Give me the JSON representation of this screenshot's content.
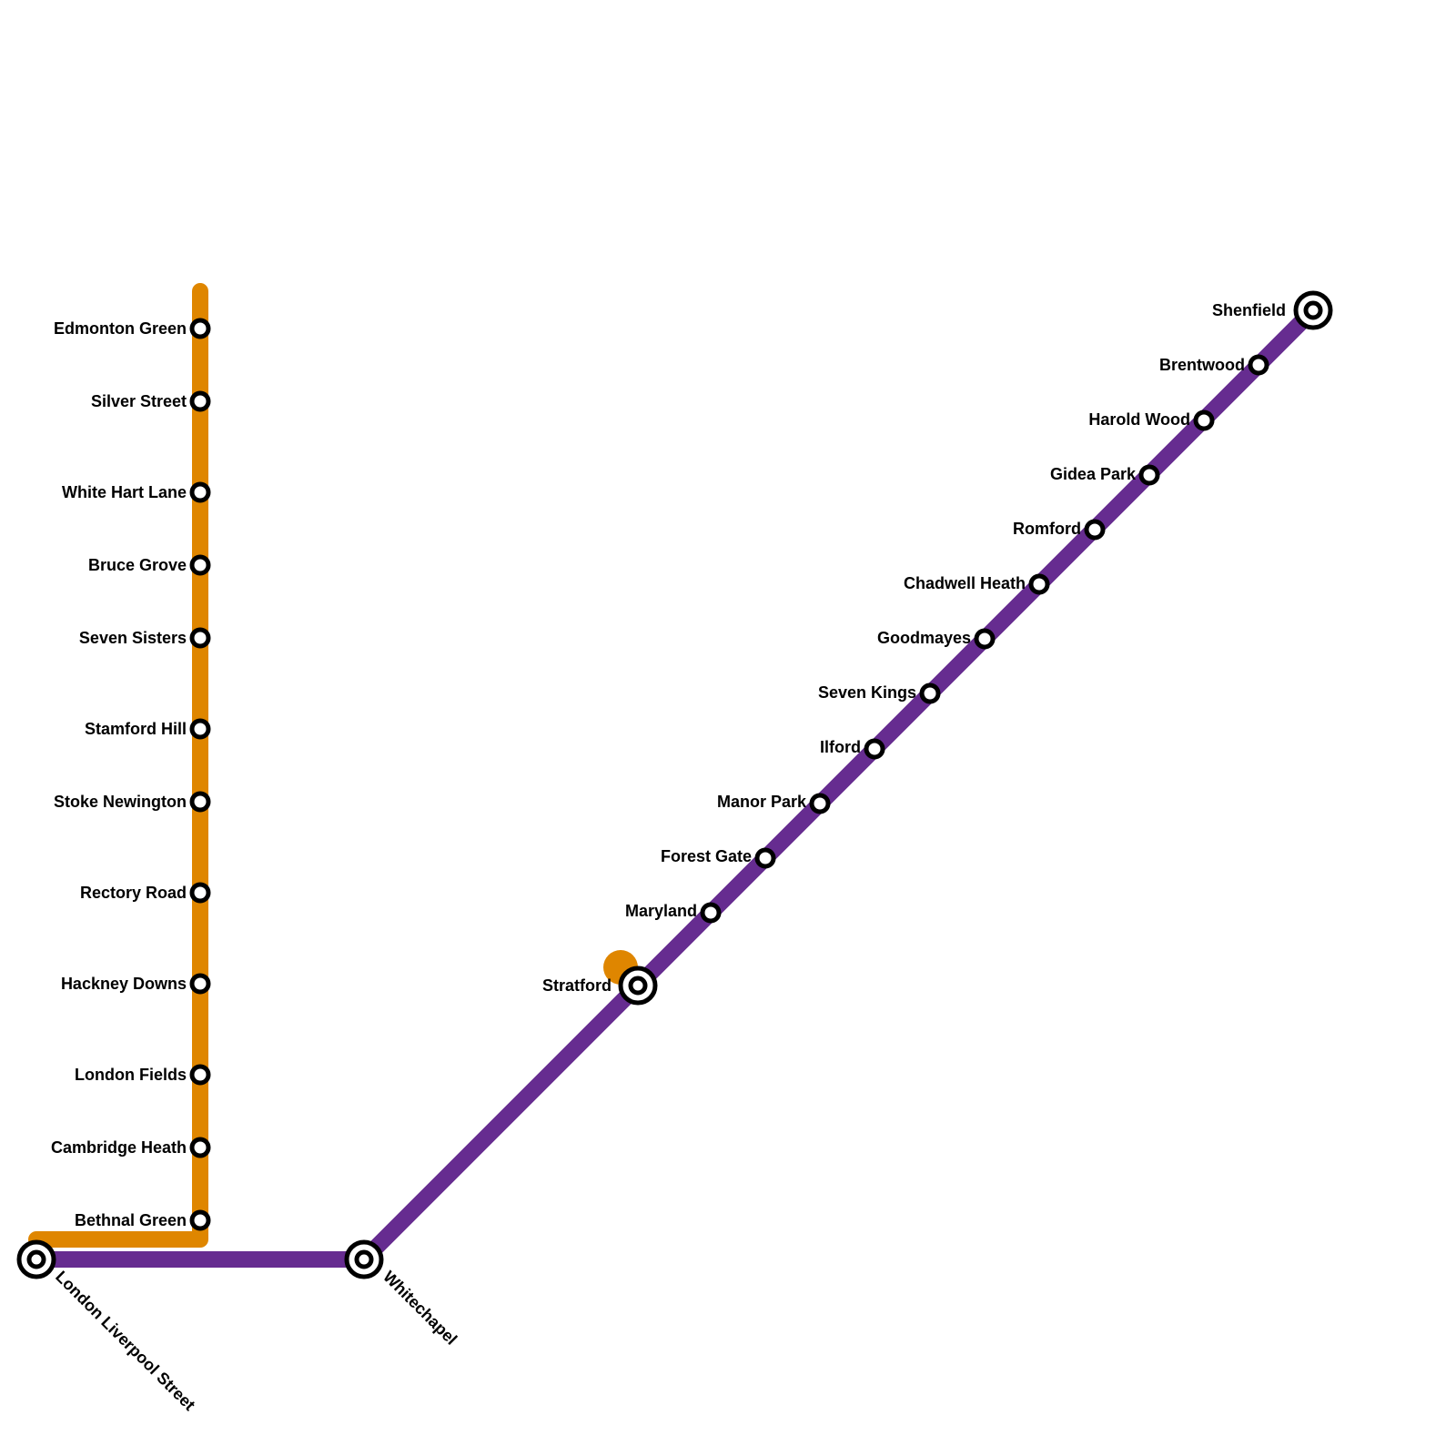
{
  "lines": [
    {
      "id": "orange",
      "color": "#DF8600"
    },
    {
      "id": "purple",
      "color": "#662C90"
    }
  ],
  "stations": {
    "edmonton_green": "Edmonton Green",
    "silver_street": "Silver Street",
    "white_hart_lane": "White Hart Lane",
    "bruce_grove": "Bruce Grove",
    "seven_sisters": "Seven Sisters",
    "stamford_hill": "Stamford Hill",
    "stoke_newington": "Stoke Newington",
    "rectory_road": "Rectory Road",
    "hackney_downs": "Hackney Downs",
    "london_fields": "London Fields",
    "cambridge_heath": "Cambridge Heath",
    "bethnal_green": "Bethnal Green",
    "london_liverpool_street": "London Liverpool Street",
    "whitechapel": "Whitechapel",
    "stratford": "Stratford",
    "maryland": "Maryland",
    "forest_gate": "Forest Gate",
    "manor_park": "Manor Park",
    "ilford": "Ilford",
    "seven_kings": "Seven Kings",
    "goodmayes": "Goodmayes",
    "chadwell_heath": "Chadwell Heath",
    "romford": "Romford",
    "gidea_park": "Gidea Park",
    "harold_wood": "Harold Wood",
    "brentwood": "Brentwood",
    "shenfield": "Shenfield"
  }
}
